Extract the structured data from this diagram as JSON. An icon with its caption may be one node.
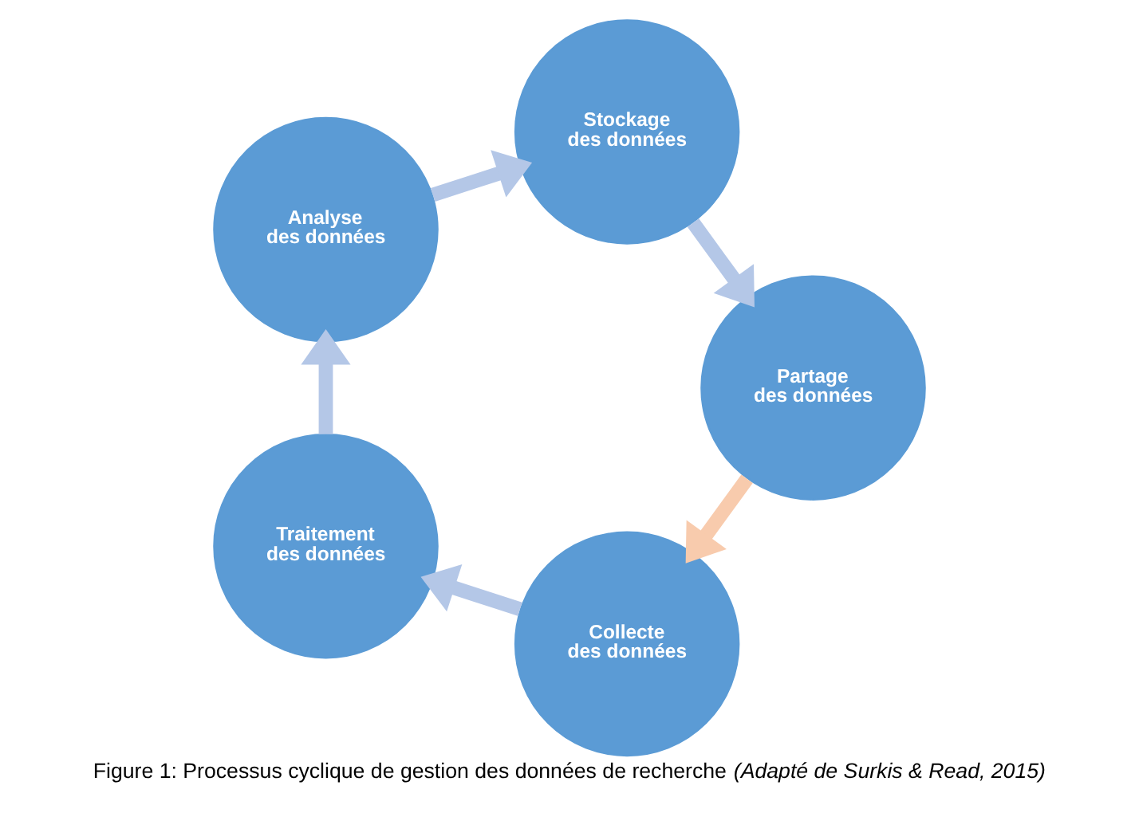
{
  "diagram": {
    "caption": "Figure 1: Processus cyclique de gestion des données de recherche *(Adapté de Surkis & Read, 2015)*",
    "nodes": [
      {
        "text": [
          "Collecte des données"
        ]
      },
      {
        "text": [
          "Traitement des données"
        ]
      },
      {
        "text": [
          "Analyse des données"
        ]
      },
      {
        "text": [
          "Stockage des données"
        ]
      },
      {
        "text": [
          "Partage des données"
        ]
      }
    ],
    "edges": [
      {
        "from": 0,
        "to": 1,
        "arrow": "to"
      },
      {
        "from": 1,
        "to": 2,
        "arrow": "to"
      },
      {
        "from": 2,
        "to": 3,
        "arrow": "to"
      },
      {
        "from": 3,
        "to": 4,
        "arrow": "to"
      },
      {
        "from": 4,
        "to": 0,
        "arrow": "to",
        "color": "#f8cbad"
      }
    ]
  }
}
